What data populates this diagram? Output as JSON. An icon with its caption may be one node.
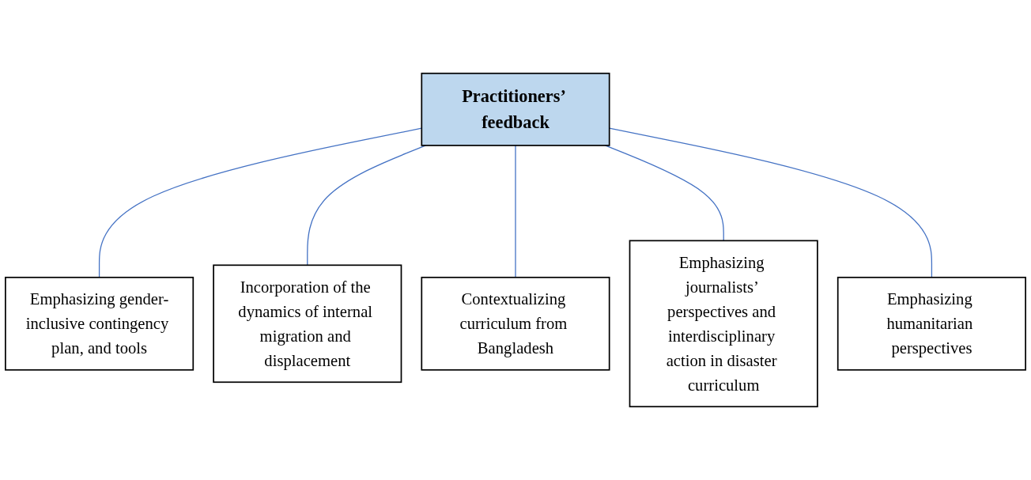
{
  "diagram": {
    "nodes": [
      {
        "text": [
          "Practitioners’ feedback"
        ]
      },
      {
        "text": [
          "Emphasizing gender-inclusive contingency plan, and tools"
        ]
      },
      {
        "text": [
          "Incorporation of the dynamics of internal migration and displacement"
        ]
      },
      {
        "text": [
          "Contextualizing curriculum from Bangladesh"
        ]
      },
      {
        "text": [
          "Emphasizing journalists’ perspectives and interdisciplinary action in disaster curriculum"
        ]
      },
      {
        "text": [
          "Emphasizing humanitarian perspectives"
        ]
      }
    ],
    "edges": [
      {
        "from": 0,
        "to": 1,
        "arrow": "none"
      },
      {
        "from": 0,
        "to": 2,
        "arrow": "none"
      },
      {
        "from": 0,
        "to": 3,
        "arrow": "none"
      },
      {
        "from": 0,
        "to": 4,
        "arrow": "none"
      },
      {
        "from": 0,
        "to": 5,
        "arrow": "none"
      }
    ]
  }
}
